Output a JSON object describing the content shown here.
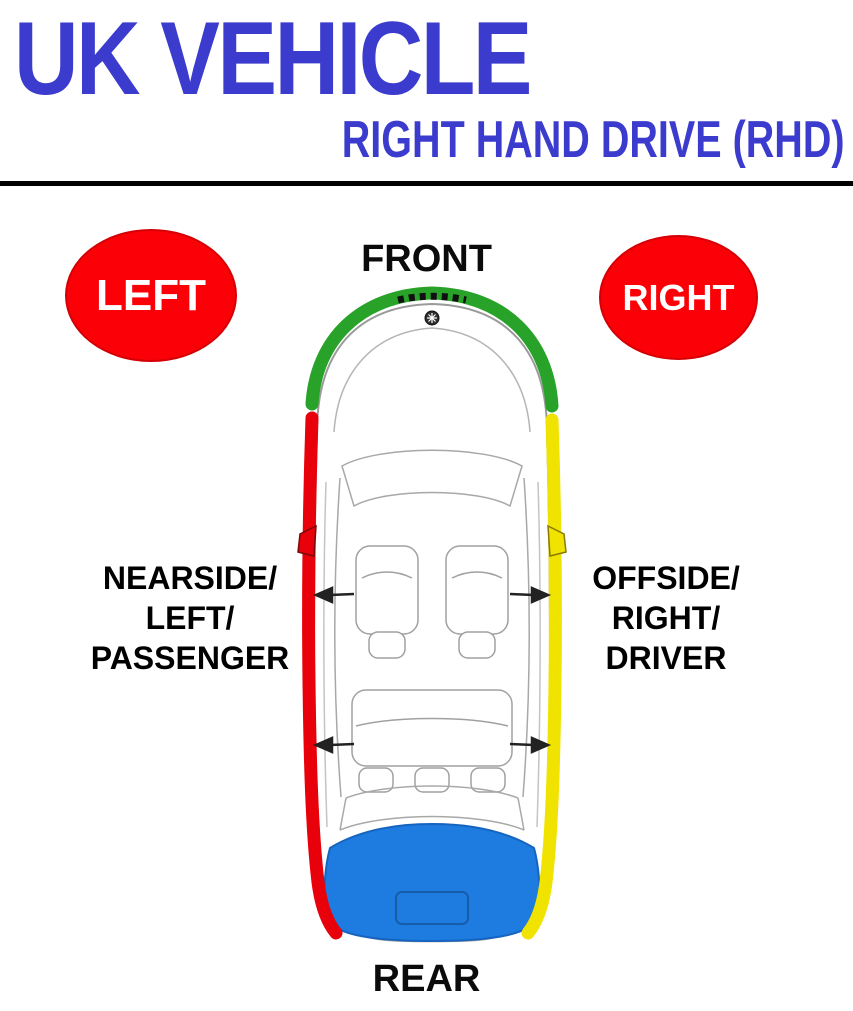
{
  "header": {
    "title": "UK VEHICLE",
    "subtitle": "RIGHT HAND DRIVE (RHD)"
  },
  "diagram": {
    "front_label": "FRONT",
    "rear_label": "REAR",
    "left_badge": "LEFT",
    "right_badge": "RIGHT",
    "left_side_lines": [
      "NEARSIDE/",
      "LEFT/",
      "PASSENGER"
    ],
    "right_side_lines": [
      "OFFSIDE/",
      "RIGHT/",
      "DRIVER"
    ]
  },
  "colors": {
    "title_blue": "#3b3bcd",
    "badge_red": "#fb0107",
    "badge_text_white": "#ffffff",
    "front_green": "#28a228",
    "nearside_red": "#e8000a",
    "offside_yellow": "#f0e300",
    "rear_blue": "#1e7ce0",
    "outline_gray": "#9a9a9a",
    "label_black": "#000000"
  }
}
